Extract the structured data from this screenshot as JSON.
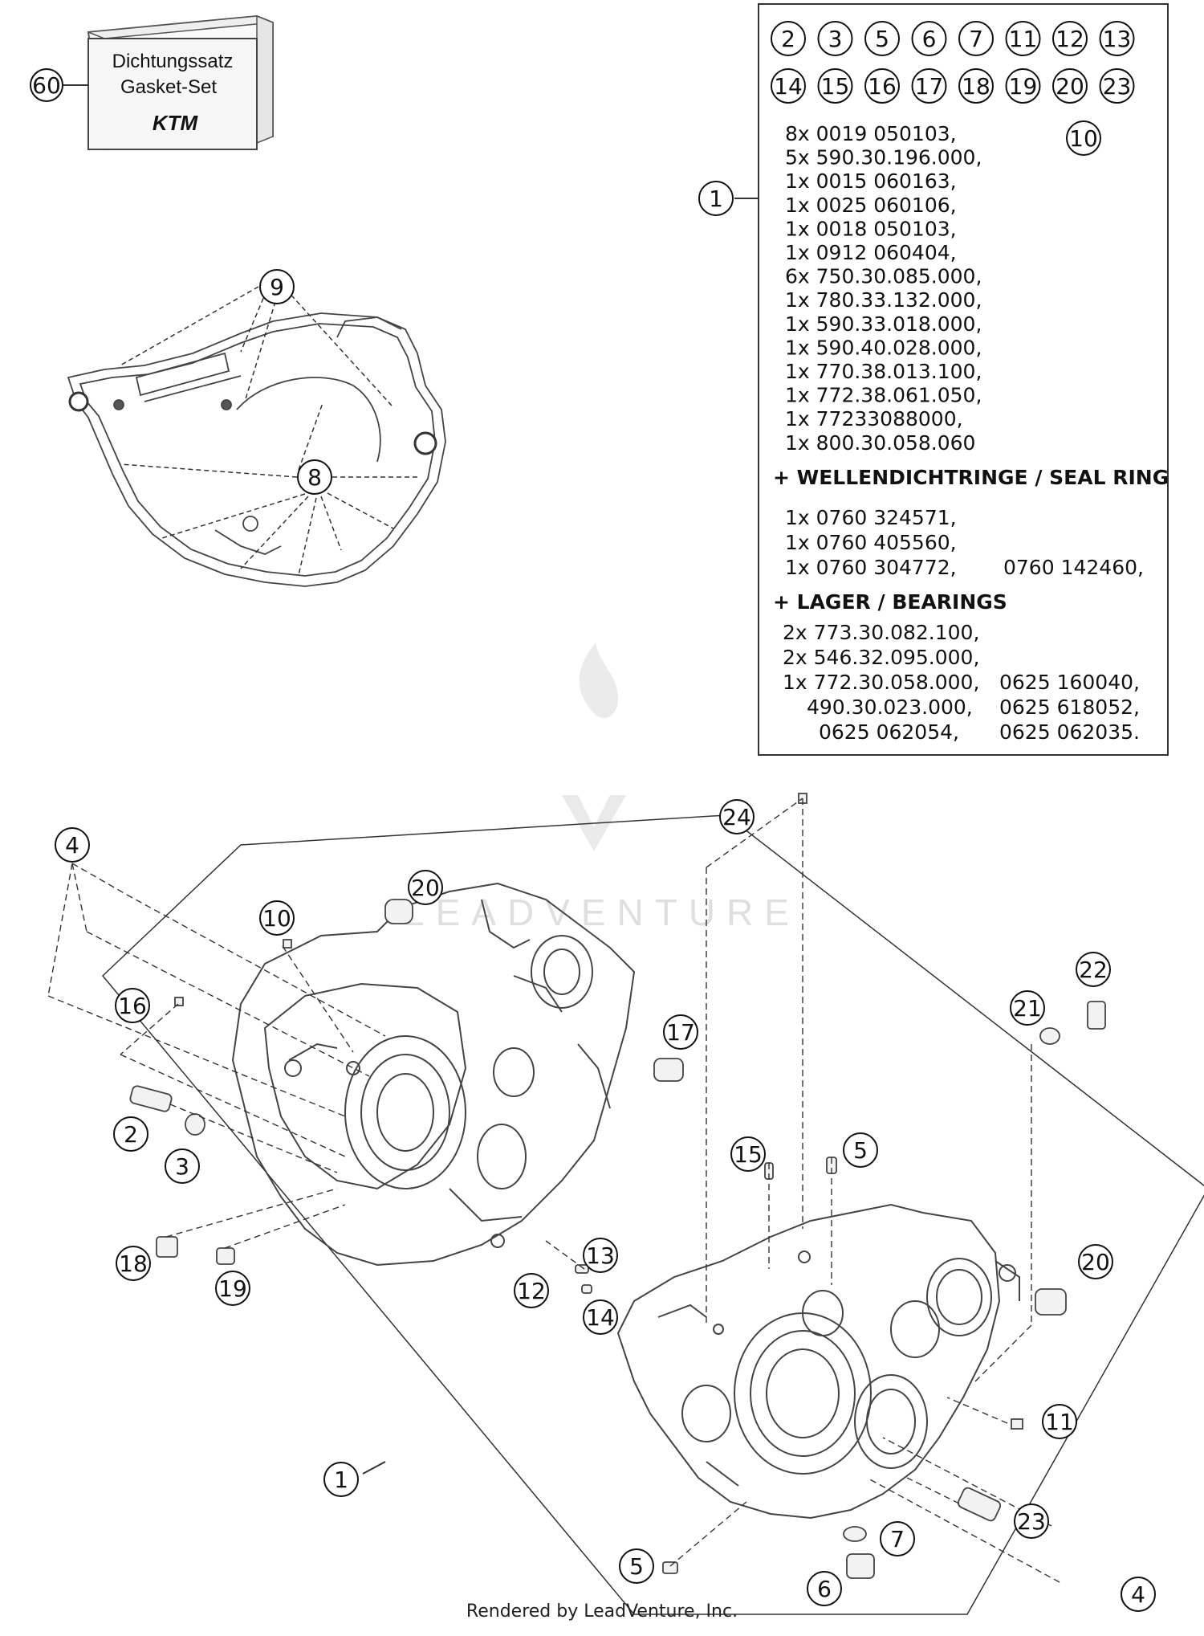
{
  "gasket_set": {
    "callout": "60",
    "line1": "Dichtungssatz",
    "line2": "Gasket-Set",
    "brand": "KTM"
  },
  "parts_box": {
    "callout": "1",
    "included_callouts_row1": [
      "2",
      "3",
      "5",
      "6",
      "7",
      "11",
      "12",
      "13"
    ],
    "included_callouts_row2": [
      "14",
      "15",
      "16",
      "17",
      "18",
      "19",
      "20",
      "23"
    ],
    "included_callout_extra": "10",
    "parts_list": [
      "8x 0019 050103,",
      "5x 590.30.196.000,",
      "1x 0015 060163,",
      "1x 0025 060106,",
      "1x 0018 050103,",
      "1x 0912 060404,",
      "6x 750.30.085.000,",
      "1x 780.33.132.000,",
      "1x 590.33.018.000,",
      "1x 590.40.028.000,",
      "1x 770.38.013.100,",
      "1x 772.38.061.050,",
      "1x 77233088000,",
      "1x 800.30.058.060"
    ],
    "seal_header": "+ WELLENDICHTRINGE /  SEAL RING",
    "seal_list": [
      "1x 0760 324571,",
      "1x 0760 405560,",
      "1x 0760 304772,"
    ],
    "seal_extra": "0760 142460,",
    "bearing_header": "+ LAGER / BEARINGS",
    "bearing_left": [
      "2x 773.30.082.100,",
      "2x 546.32.095.000,",
      "1x 772.30.058.000,",
      "490.30.023.000,",
      "0625 062054,"
    ],
    "bearing_right": [
      "0625 160040,",
      "0625 618052,",
      "0625 062035."
    ]
  },
  "gasket_callouts": {
    "screws_label": "9",
    "dowels_label": "8"
  },
  "diagram_callouts": [
    {
      "id": "c4a",
      "label": "4"
    },
    {
      "id": "c20a",
      "label": "20"
    },
    {
      "id": "c10",
      "label": "10"
    },
    {
      "id": "c16",
      "label": "16"
    },
    {
      "id": "c17",
      "label": "17"
    },
    {
      "id": "c2",
      "label": "2"
    },
    {
      "id": "c3",
      "label": "3"
    },
    {
      "id": "c18",
      "label": "18"
    },
    {
      "id": "c19",
      "label": "19"
    },
    {
      "id": "c13",
      "label": "13"
    },
    {
      "id": "c12",
      "label": "12"
    },
    {
      "id": "c14",
      "label": "14"
    },
    {
      "id": "c24",
      "label": "24"
    },
    {
      "id": "c22",
      "label": "22"
    },
    {
      "id": "c21",
      "label": "21"
    },
    {
      "id": "c15",
      "label": "15"
    },
    {
      "id": "c5a",
      "label": "5"
    },
    {
      "id": "c20b",
      "label": "20"
    },
    {
      "id": "c11",
      "label": "11"
    },
    {
      "id": "c1",
      "label": "1"
    },
    {
      "id": "c23",
      "label": "23"
    },
    {
      "id": "c7",
      "label": "7"
    },
    {
      "id": "c5b",
      "label": "5"
    },
    {
      "id": "c6",
      "label": "6"
    },
    {
      "id": "c4b",
      "label": "4"
    }
  ],
  "watermark": "LEADVENTURE",
  "footer": "Rendered by LeadVenture, Inc."
}
